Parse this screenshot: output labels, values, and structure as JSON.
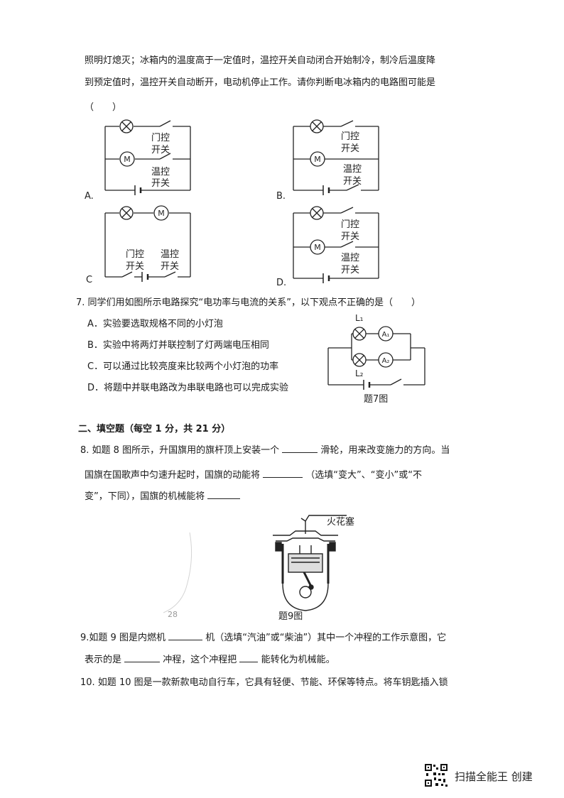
{
  "intro": {
    "line1": "照明灯熄灭；冰箱内的温度高于一定值时，温控开关自动闭合开始制冷，制冷后温度降",
    "line2": "到预定值时，温控开关自动断开，电动机停止工作。请你判断电冰箱内的电路图可能是",
    "paren": "（　　）"
  },
  "q6_options": {
    "A": "A.",
    "B": "B.",
    "C": "C",
    "D": "D.",
    "door_switch": [
      "门控",
      "开关"
    ],
    "temp_switch": [
      "温控",
      "开关"
    ],
    "lamp_symbol": "⊗",
    "motor_symbol": "M"
  },
  "q7": {
    "stem": "7. 同学们用如图所示电路探究“电功率与电流的关系”，以下观点不正确的是（　　）",
    "options": [
      "A．实验要选取规格不同的小灯泡",
      "B．实验中将两灯并联控制了灯两端电压相同",
      "C．可以通过比较亮度来比较两个小灯泡的功率",
      "D．将题中并联电路改为串联电路也可以完成实验"
    ],
    "figure": {
      "L1": "L₁",
      "L2": "L₂",
      "A1": "A₁",
      "A2": "A₂",
      "caption": "题7图"
    }
  },
  "section2": {
    "title": "二、填空题（每空 1 分，共 21 分）"
  },
  "q8": {
    "line1a": "8. 如题 8 图所示，升国旗用的旗杆顶上安装一个",
    "line1b": "滑轮，用来改变施力的方向。当",
    "line2a": "国旗在国歌声中匀速升起时，国旗的动能将",
    "line2b": "（选填“变大”、“变小”或“不",
    "line3a": "变”，下同），国旗的机械能将"
  },
  "q9fig": {
    "label": "火花塞",
    "caption": "题9图",
    "faint": "28"
  },
  "q9": {
    "line1a": "9.如题 9 图是内燃机",
    "line1b": "机（选填“汽油”或“柴油”）其中一个冲程的工作示意图，它",
    "line2a": "表示的是",
    "line2b": "冲程，这个冲程把",
    "line2c": "能转化为机械能。"
  },
  "q10": {
    "line1": "10. 如题 10 图是一款新款电动自行车，它具有轻便、节能、环保等特点。将车钥匙插入锁"
  },
  "watermark": {
    "text": "扫描全能王  创建"
  }
}
